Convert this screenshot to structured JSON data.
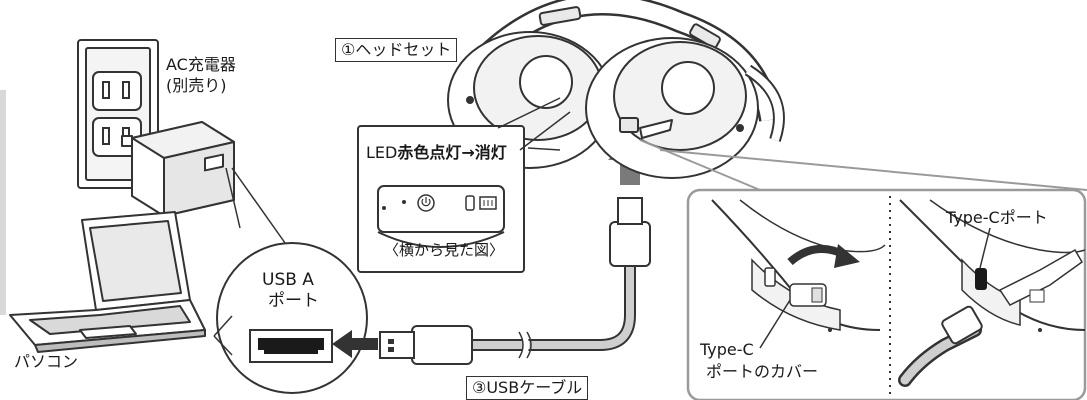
{
  "labels": {
    "headset": "①ヘッドセット",
    "ac_charger_line1": "AC充電器",
    "ac_charger_line2": "(別売り)",
    "led_prefix": "LED",
    "led_red": "赤色点灯→消灯",
    "side_view": "〈横から見た図〉",
    "usb_a_line1": "USB A",
    "usb_a_line2": "ポート",
    "pc": "パソコン",
    "usb_cable": "③USBケーブル",
    "typec_port": "Type-Cポート",
    "cover_line1": "Type-C",
    "cover_line2": "ポートのカバー"
  },
  "colors": {
    "line": "#333333",
    "gray_arrow": "#7a7a7a",
    "panel_border": "#9a9a9a",
    "fill_light": "#f2f2f2",
    "fill_mid": "#cfcfcf",
    "dark": "#1a1a1a"
  }
}
